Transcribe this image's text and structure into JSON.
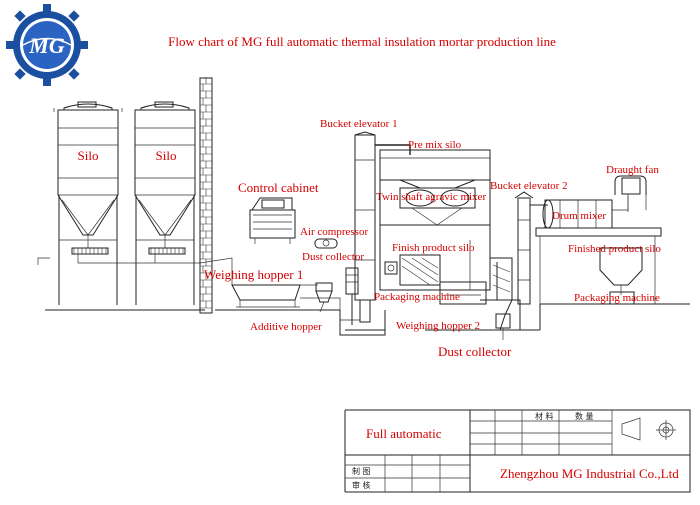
{
  "title": "Flow chart of MG full automatic thermal insulation mortar production line",
  "logo": {
    "text": "MG",
    "icon": "gear-logo-icon"
  },
  "labels": {
    "silo1": "Silo",
    "silo2": "Silo",
    "control_cabinet": "Control cabinet",
    "air_compressor": "Air compressor",
    "dust_collector_1": "Dust collector",
    "weighing_hopper_1": "Weighing hopper 1",
    "additive_hopper": "Additive hopper",
    "bucket_elevator_1": "Bucket elevator 1",
    "pre_mix_silo": "Pre mix silo",
    "twin_shaft_mixer": "Twin shaft agravic mixer",
    "finish_product_silo": "Finish product silo",
    "packaging_machine_1": "Packaging machine",
    "weighing_hopper_2": "Weighing hopper 2",
    "dust_collector_2": "Dust collector",
    "bucket_elevator_2": "Bucket elevator 2",
    "draught_fan": "Draught fan",
    "drum_mixer": "Drum mixer",
    "finished_product_silo": "Finished product silo",
    "packaging_machine_2": "Packaging machine"
  },
  "title_block": {
    "product": "Full automatic",
    "company": "Zhengzhou MG Industrial Co.,Ltd",
    "material_label": "材 料",
    "quantity_label": "数 量",
    "drawn_label": "制 图",
    "checked_label": "审 核"
  },
  "colors": {
    "label": "#d40000",
    "line": "#222222",
    "logo_blue": "#1b4fa0"
  }
}
